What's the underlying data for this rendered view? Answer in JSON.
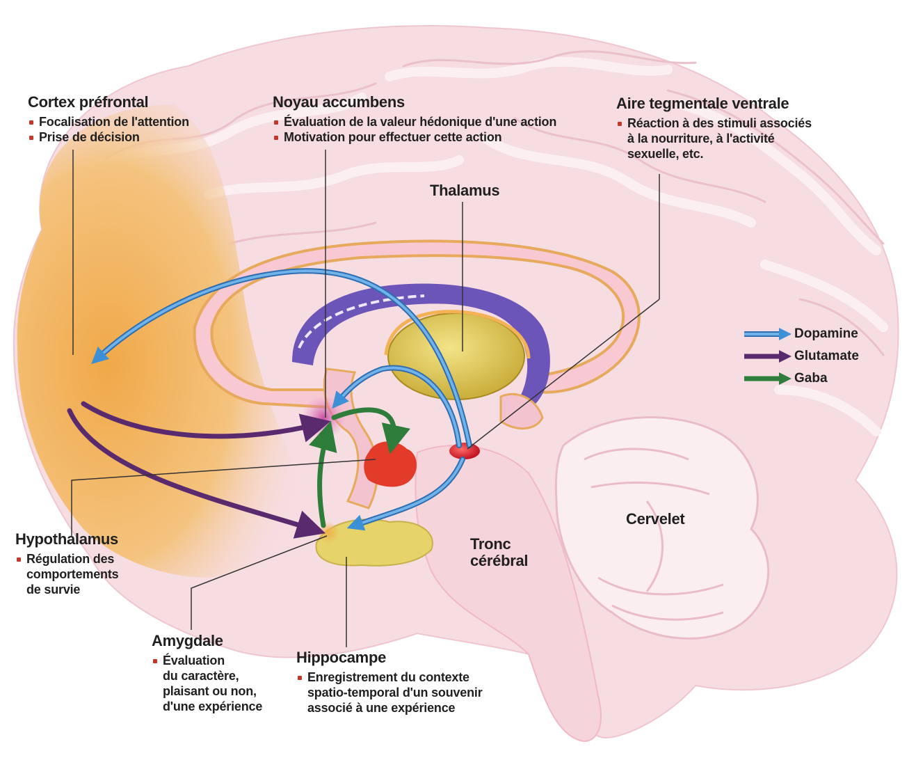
{
  "labels": {
    "cortex": {
      "title": "Cortex préfrontal",
      "items": [
        "Focalisation de l'attention",
        "Prise de décision"
      ]
    },
    "noyau": {
      "title": "Noyau accumbens",
      "items": [
        "Évaluation de la valeur hédonique d'une action",
        "Motivation pour effectuer cette action"
      ]
    },
    "aire": {
      "title": "Aire tegmentale ventrale",
      "items": [
        "Réaction à des stimuli associés\nà la nourriture, à l'activité\nsexuelle, etc."
      ]
    },
    "thalamus": "Thalamus",
    "hypothalamus": {
      "title": "Hypothalamus",
      "items": [
        "Régulation des\ncomportements\nde survie"
      ]
    },
    "amygdale": {
      "title": "Amygdale",
      "items": [
        "Évaluation\ndu caractère,\nplaisant ou non,\nd'une expérience"
      ]
    },
    "hippocampe": {
      "title": "Hippocampe",
      "items": [
        "Enregistrement du contexte\nspatio-temporal d'un souvenir\nassocié à une expérience"
      ]
    },
    "tronc": "Tronc\ncérébral",
    "cervelet": "Cervelet"
  },
  "legend": [
    {
      "label": "Dopamine",
      "color": "#3d8fd6"
    },
    {
      "label": "Glutamate",
      "color": "#5a2a6e"
    },
    {
      "label": "Gaba",
      "color": "#2e7d3a"
    }
  ],
  "colors": {
    "brain": "#f6dde2",
    "brain_gyri": "#fbeef1",
    "cortex_orange": "#f2b75c",
    "limbic_purple": "#6b55b8",
    "thalamus_yellow": "#d9c14a",
    "hypothalamus_red": "#e23b2a",
    "vta_red": "#d8232f",
    "hippocampus_yellow": "#e6d36a"
  }
}
